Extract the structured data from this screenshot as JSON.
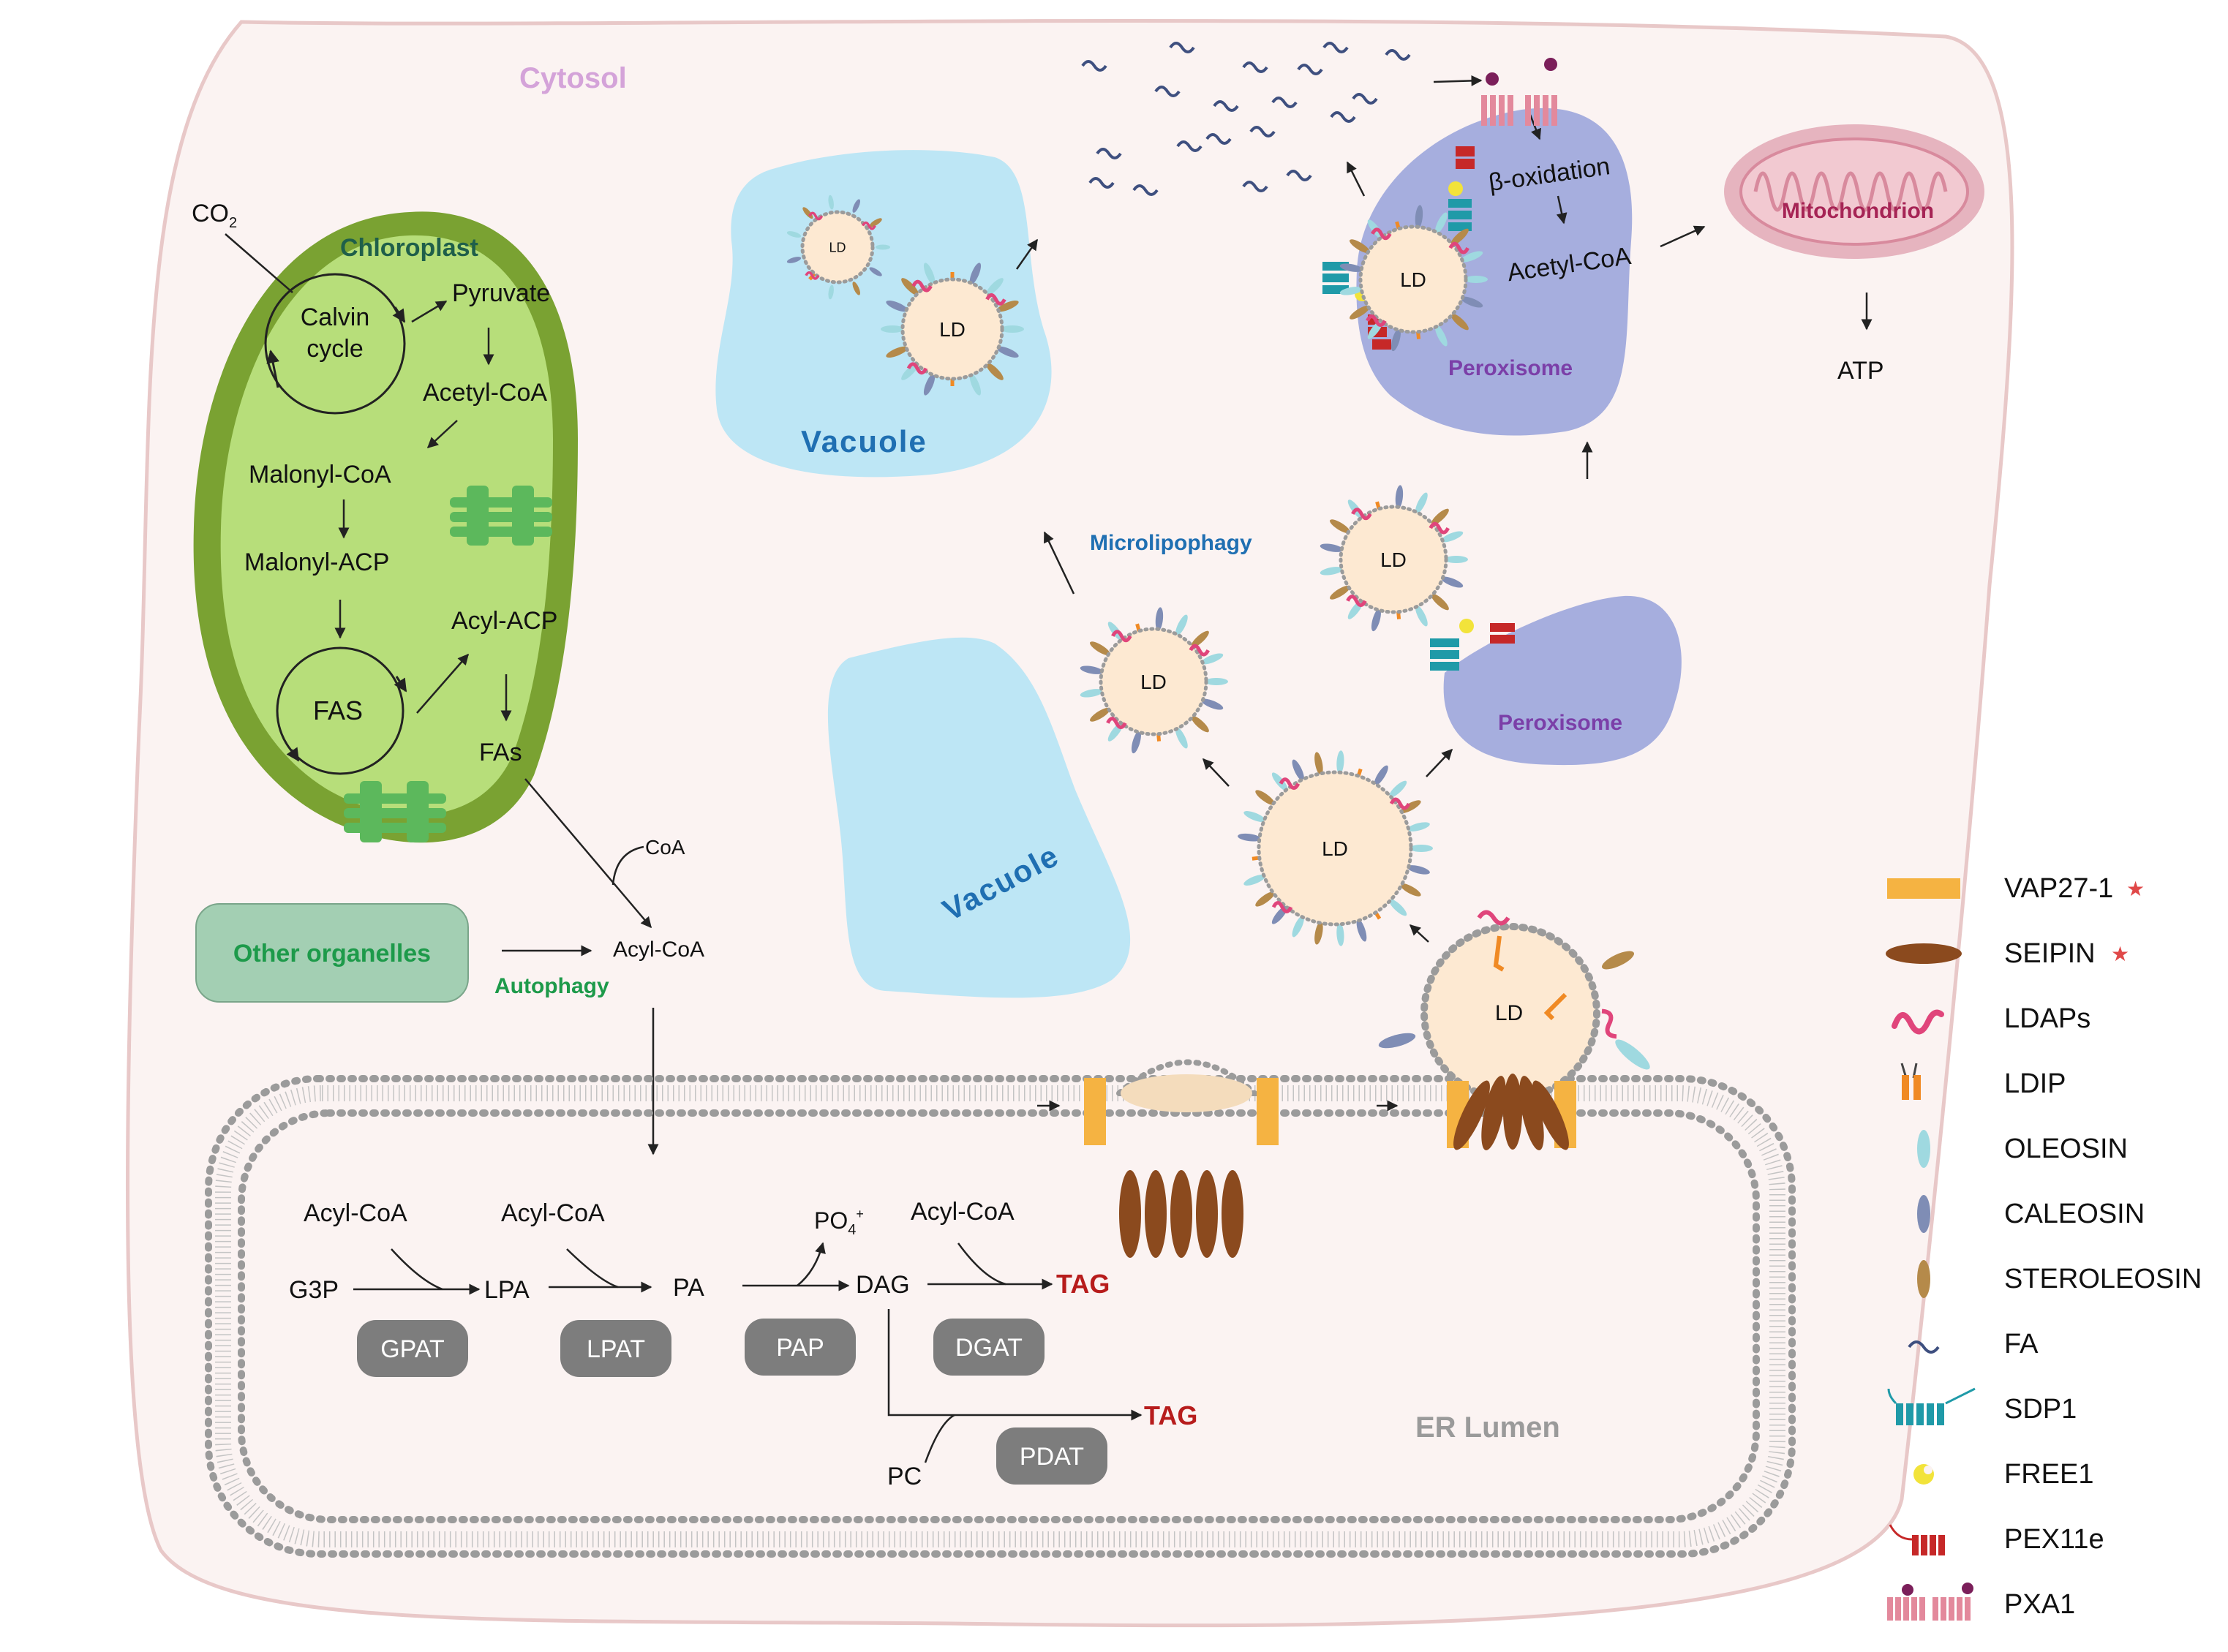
{
  "cytosol": {
    "label": "Cytosol"
  },
  "chloroplast": {
    "title": "Chloroplast",
    "co2": "CO",
    "co2_sub": "2",
    "calvin": [
      "Calvin",
      "cycle"
    ],
    "pyruvate": "Pyruvate",
    "acetyl_coa": "Acetyl-CoA",
    "malonyl_coa": "Malonyl-CoA",
    "malonyl_acp": "Malonyl-ACP",
    "fas": "FAS",
    "acyl_acp": "Acyl-ACP",
    "fas_out": "FAs"
  },
  "other_organelles": {
    "label": "Other organelles",
    "autophagy": "Autophagy"
  },
  "acyl_coa_pool": {
    "coa": "CoA",
    "acyl_coa": "Acyl-CoA"
  },
  "er": {
    "lumen_label": "ER Lumen",
    "g3p": "G3P",
    "lpa": "LPA",
    "pa": "PA",
    "dag": "DAG",
    "tag": "TAG",
    "pc": "PC",
    "po4": "PO",
    "po4_sub": "4",
    "po4_sup": "+",
    "acyl_coa": "Acyl-CoA",
    "enzymes": [
      "GPAT",
      "LPAT",
      "PAP",
      "DGAT",
      "PDAT"
    ]
  },
  "vacuoles": {
    "label": "Vacuole",
    "microlipophagy": "Microlipophagy"
  },
  "lipid_droplet": {
    "label": "LD"
  },
  "peroxisome": {
    "label": "Peroxisome",
    "beta_oxidation": "β-oxidation",
    "acetyl_coa": "Acetyl-CoA"
  },
  "mitochondrion": {
    "label": "Mitochondrion",
    "atp": "ATP"
  },
  "legend": {
    "items": [
      {
        "label": "VAP27-1",
        "starred": true,
        "color": "#f5b342"
      },
      {
        "label": "SEIPIN",
        "starred": true,
        "color": "#8b4a1e"
      },
      {
        "label": "LDAPs",
        "starred": false,
        "color": "#e0457b"
      },
      {
        "label": "LDIP",
        "starred": false,
        "color": "#f08a24"
      },
      {
        "label": "OLEOSIN",
        "starred": false,
        "color": "#9fd9e0"
      },
      {
        "label": "CALEOSIN",
        "starred": false,
        "color": "#7f8db5"
      },
      {
        "label": "STEROLEOSIN",
        "starred": false,
        "color": "#b58a4a"
      },
      {
        "label": "FA",
        "starred": false,
        "color": "#3e4f7f"
      },
      {
        "label": "SDP1",
        "starred": false,
        "color": "#1f9aa8"
      },
      {
        "label": "FREE1",
        "starred": false,
        "color": "#f2e33a"
      },
      {
        "label": "PEX11e",
        "starred": false,
        "color": "#c62828"
      },
      {
        "label": "PXA1",
        "starred": false,
        "color": "#e3899c"
      }
    ],
    "star": "★"
  },
  "colors": {
    "cytosol_fill": "#fbf3f2",
    "cytosol_stroke": "#e8c8c8",
    "chloroplast_outer": "#7aa232",
    "chloroplast_inner": "#b7de7a",
    "thylakoid": "#5cb85c",
    "other_org_fill": "#a3cfb3",
    "vacuole": "#bde6f5",
    "peroxisome": "#a6aede",
    "mito_outer": "#e6b4bf",
    "ld_fill": "#fde9d2",
    "enzyme_box": "#7d7d7d",
    "tag_red": "#b71c1c",
    "label_blue": "#1f6fb2",
    "label_purple": "#7b3fa8",
    "label_green": "#1d9a4a",
    "label_dark_green": "#1f5f4a",
    "label_mito": "#a62455",
    "label_cytosol": "#d4a3d9"
  }
}
